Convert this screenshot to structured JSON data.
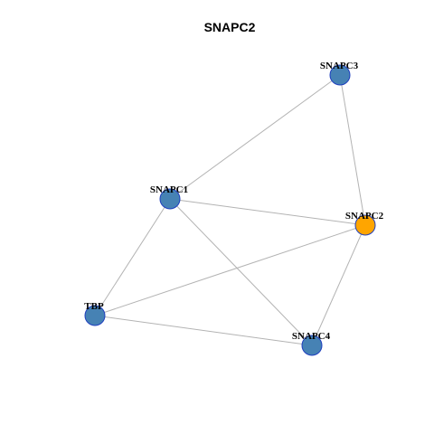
{
  "title": "SNAPC2",
  "colors": {
    "default_node": "#4682b4",
    "highlight_node": "#ffa500",
    "node_border": "#1f3fbf",
    "edge": "#b3b3b3"
  },
  "nodes": [
    {
      "id": "SNAPC3",
      "label": "SNAPC3",
      "highlight": false
    },
    {
      "id": "SNAPC1",
      "label": "SNAPC1",
      "highlight": false
    },
    {
      "id": "SNAPC2",
      "label": "SNAPC2",
      "highlight": true
    },
    {
      "id": "TBP",
      "label": "TBP",
      "highlight": false
    },
    {
      "id": "SNAPC4",
      "label": "SNAPC4",
      "highlight": false
    }
  ],
  "edges": [
    {
      "source": "SNAPC3",
      "target": "SNAPC1"
    },
    {
      "source": "SNAPC3",
      "target": "SNAPC2"
    },
    {
      "source": "SNAPC1",
      "target": "SNAPC2"
    },
    {
      "source": "SNAPC1",
      "target": "TBP"
    },
    {
      "source": "SNAPC1",
      "target": "SNAPC4"
    },
    {
      "source": "SNAPC2",
      "target": "TBP"
    },
    {
      "source": "SNAPC2",
      "target": "SNAPC4"
    },
    {
      "source": "TBP",
      "target": "SNAPC4"
    }
  ]
}
